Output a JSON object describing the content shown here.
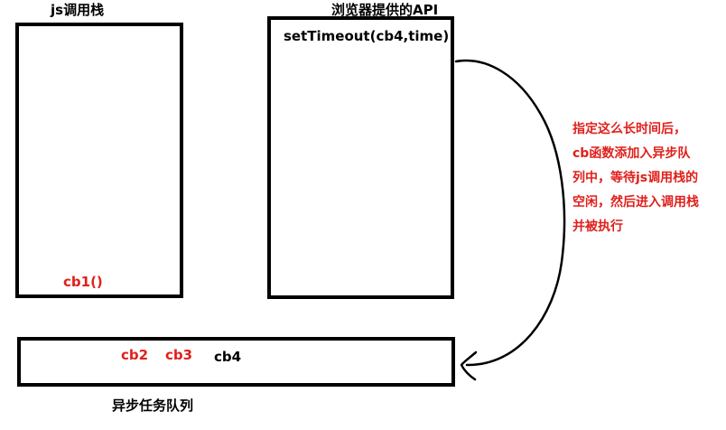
{
  "call_stack": {
    "title": "js调用栈",
    "items": [
      "cb1()"
    ]
  },
  "web_api": {
    "title": "浏览器提供的API",
    "items": [
      "setTimeout(cb4,time)"
    ]
  },
  "task_queue": {
    "title": "异步任务队列",
    "items": [
      "cb2",
      "cb3",
      "cb4"
    ]
  },
  "annotation": {
    "lines": [
      "指定这么长时间后，",
      "cb函数添加入异步队",
      "列中，等待js调用栈的",
      "空闲，然后进入调用栈",
      "并被执行"
    ]
  },
  "colors": {
    "annotation_red": "#e0201b",
    "box_border": "#000000",
    "background": "#ffffff"
  }
}
